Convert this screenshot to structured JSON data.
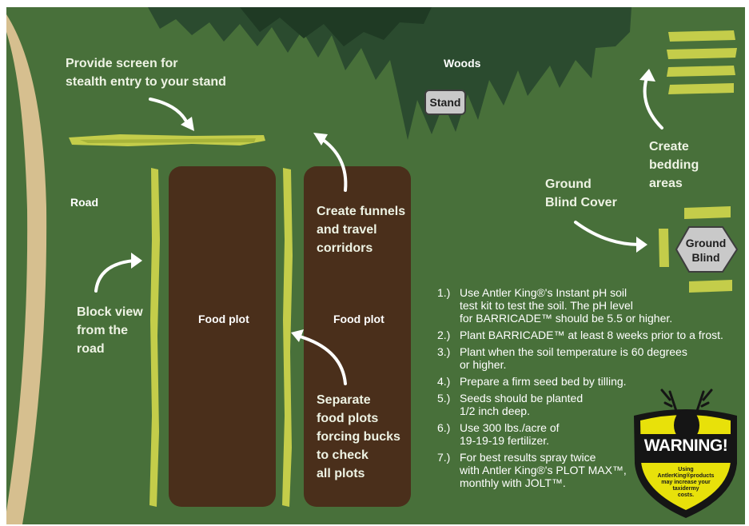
{
  "colors": {
    "field": "#48703a",
    "woods": "#2b4b2f",
    "road": "#d6bf8f",
    "food_plot": "#4a2f1b",
    "screen_grass": "#c4cd4a",
    "stand_fill": "#c9c9c9",
    "blind_fill": "#c9c9c9",
    "warning_yellow": "#e8e10a",
    "warning_black": "#151515"
  },
  "labels": {
    "provide_screen": "Provide screen for\nstealth entry to your stand",
    "woods": "Woods",
    "stand": "Stand",
    "road": "Road",
    "create_funnels": "Create funnels\nand travel\ncorridors",
    "create_bedding": "Create\nbedding\nareas",
    "ground_blind_cover": "Ground\nBlind Cover",
    "ground_blind": "Ground\nBlind",
    "block_view": "Block view\nfrom the\nroad",
    "food_plot_left": "Food plot",
    "food_plot_right": "Food plot",
    "separate_plots": "Separate\nfood plots\nforcing bucks\nto check\nall plots"
  },
  "steps": [
    {
      "num": "1.)",
      "text": "Use Antler King®'s Instant pH soil\ntest kit to test the soil. The pH level\nfor BARRICADE™ should be 5.5 or higher."
    },
    {
      "num": "2.)",
      "text": "Plant BARRICADE™ at least 8 weeks prior to a frost."
    },
    {
      "num": "3.)",
      "text": "Plant when the soil temperature is 60 degrees\nor higher."
    },
    {
      "num": "4.)",
      "text": "Prepare a firm seed bed by tilling."
    },
    {
      "num": "5.)",
      "text": "Seeds should be planted\n1/2 inch deep."
    },
    {
      "num": "6.)",
      "text": "Use 300 lbs./acre of\n19-19-19 fertilizer."
    },
    {
      "num": "7.)",
      "text": "For best results spray twice\nwith Antler King®'s PLOT MAX™,\nmonthly with JOLT™."
    }
  ],
  "warning": {
    "title": "WARNING!",
    "fine_print": "Using AntlerKing®products\nmay increase your\ntaxidermy\ncosts.",
    "icon": "deer-head-icon"
  }
}
